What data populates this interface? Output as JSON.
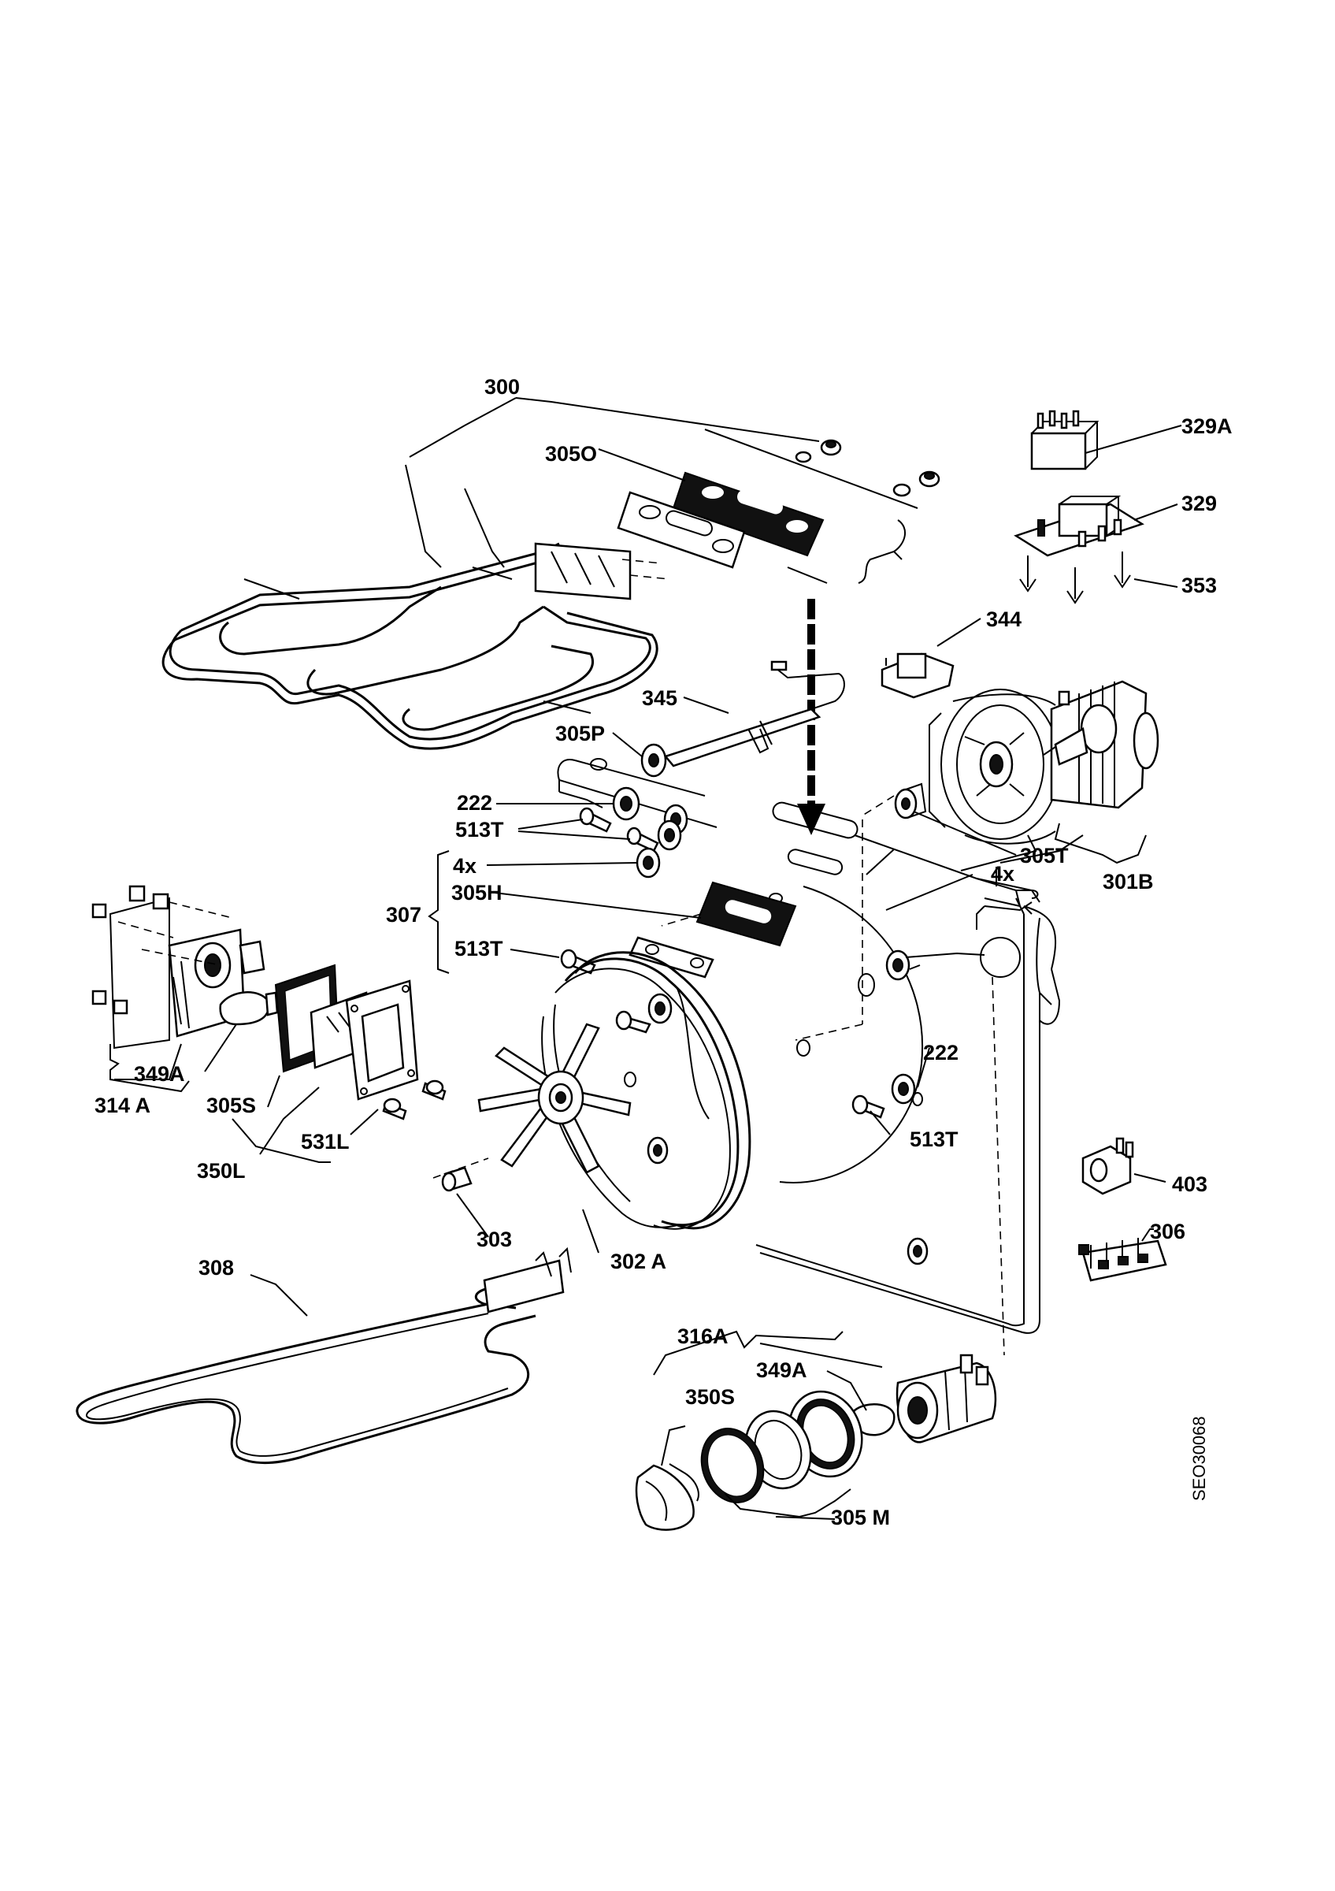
{
  "drawing_code": "SEO30068",
  "labels": {
    "l300": "300",
    "l305O": "305O",
    "l329A": "329A",
    "l329": "329",
    "l353": "353",
    "l344": "344",
    "l345": "345",
    "l305P": "305P",
    "l222a": "222",
    "l513Ta": "513T",
    "l4xa": "4x",
    "l307": "307",
    "l305H": "305H",
    "l513Tb": "513T",
    "l305T": "305T",
    "l301B": "301B",
    "l4xb": "4x",
    "l222b": "222",
    "l513Tc": "513T",
    "l349Aa": "349A",
    "l314A": "314 A",
    "l305Sa": "305S",
    "l531L": "531L",
    "l350L": "350L",
    "l303": "303",
    "l302A": "302 A",
    "l308": "308",
    "l403": "403",
    "l306": "306",
    "l316A": "316A",
    "l349Ab": "349A",
    "l350S": "350S",
    "l305M": "305 M"
  }
}
